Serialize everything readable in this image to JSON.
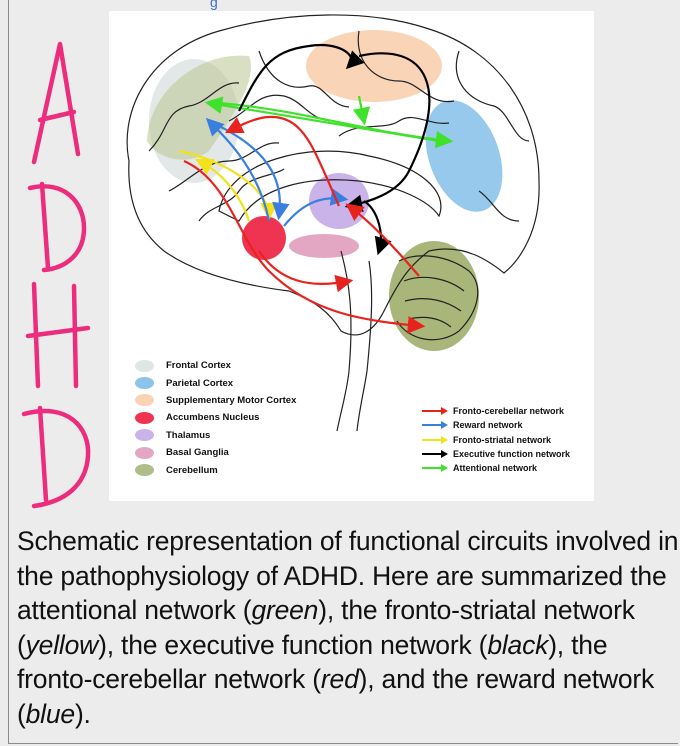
{
  "side_label": "ADHD",
  "top_link_text": "g",
  "legend_regions": [
    {
      "label": "Frontal Cortex",
      "color": "#dfe6e4"
    },
    {
      "label": "Parietal Cortex",
      "color": "#8cc3ea"
    },
    {
      "label": "Supplementary Motor Cortex",
      "color": "#f9d3b3"
    },
    {
      "label": "Accumbens Nucleus",
      "color": "#ee3450"
    },
    {
      "label": "Thalamus",
      "color": "#c9b3e8"
    },
    {
      "label": "Basal Ganglia",
      "color": "#e3a7c4"
    },
    {
      "label": "Cerebellum",
      "color": "#b1bd88"
    }
  ],
  "legend_networks": [
    {
      "label": "Fronto-cerebellar network",
      "color": "#e8231d"
    },
    {
      "label": "Reward network",
      "color": "#3a7fe0"
    },
    {
      "label": "Fronto-striatal network",
      "color": "#f2e21a"
    },
    {
      "label": "Executive function network",
      "color": "#000000"
    },
    {
      "label": "Attentional network",
      "color": "#3ee22a"
    }
  ],
  "caption": {
    "part1": "Schematic representation of functional circuits involved in the pathophysiology of ADHD. Here are summarized the attentional network (",
    "green": "green",
    "part2": "), the fronto-striatal network (",
    "yellow": "yellow",
    "part3": "), the executive function network (",
    "black": "black",
    "part4": "), the fronto-cerebellar network (",
    "red": "red",
    "part5": "), and the reward network (",
    "blue": "blue",
    "part6": ")."
  }
}
